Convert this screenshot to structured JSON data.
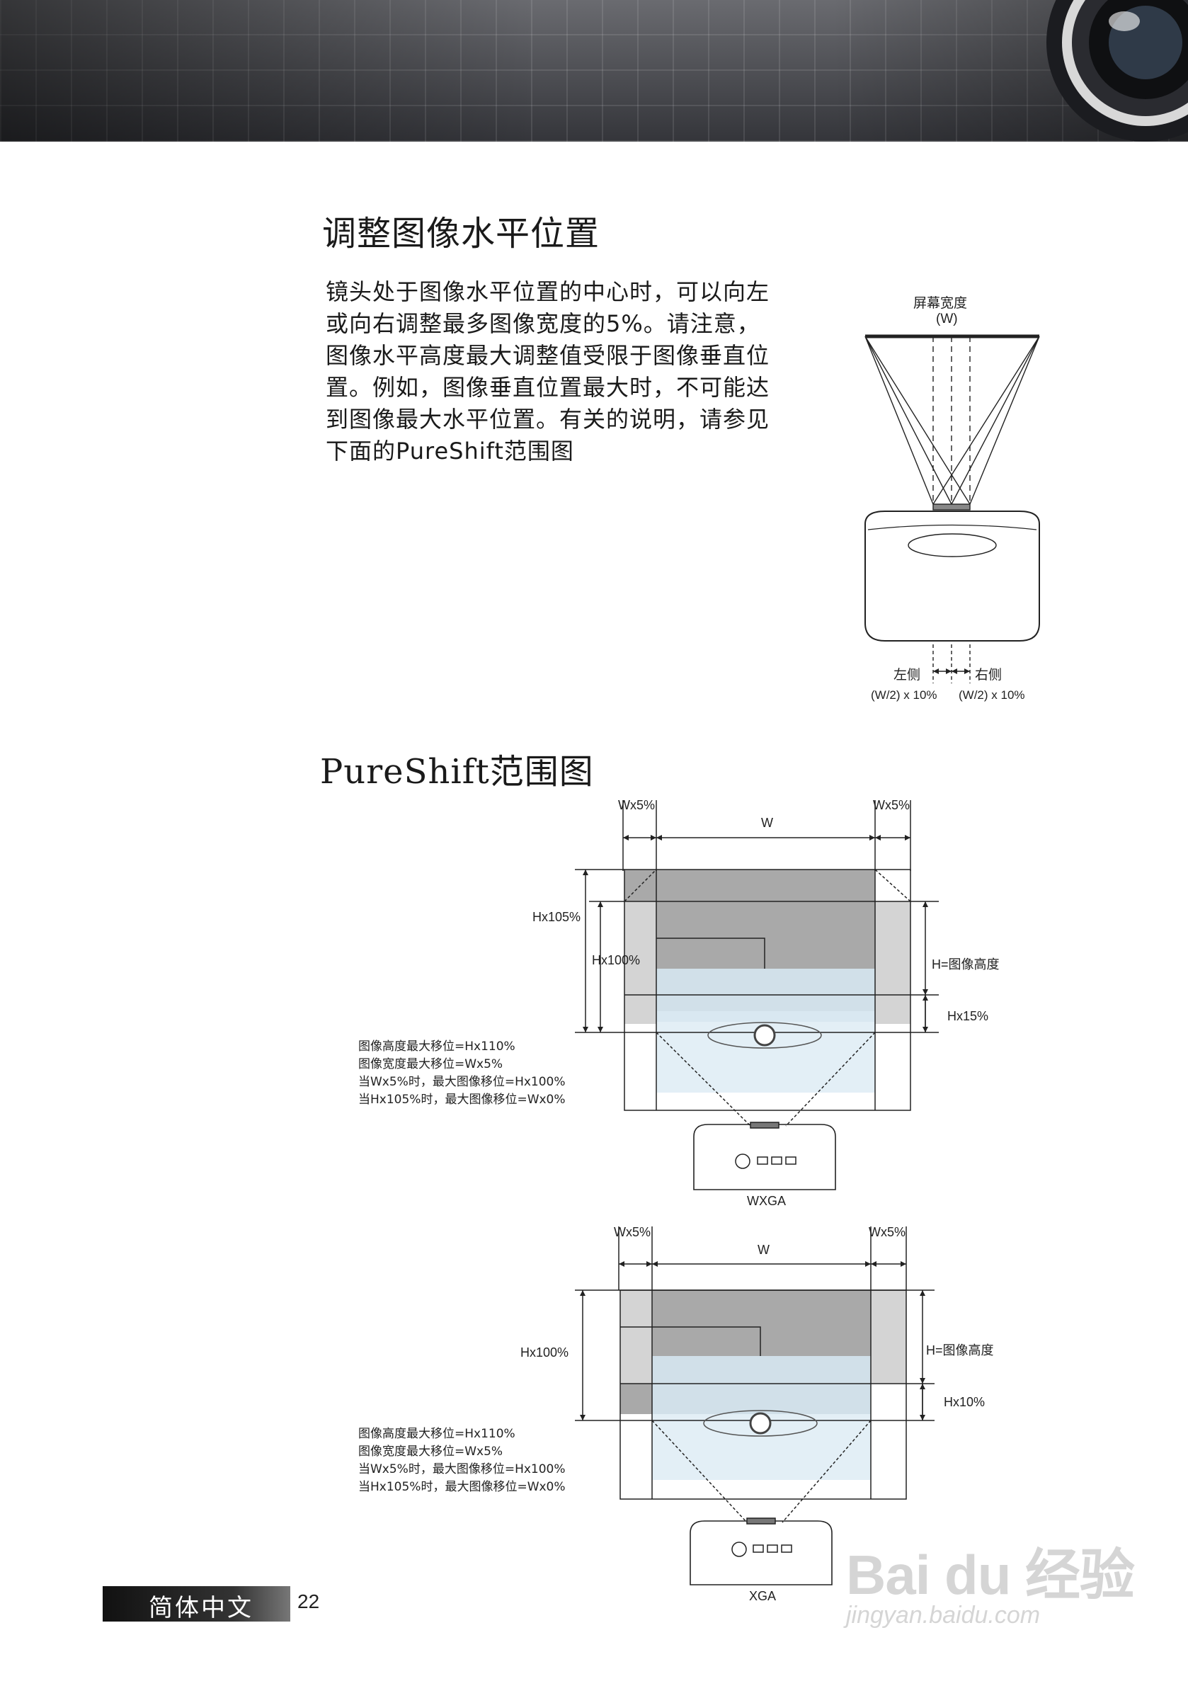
{
  "section1": {
    "title": "调整图像水平位置",
    "body": "镜头处于图像水平位置的中心时，可以向左\n或向右调整最多图像宽度的5%。请注意，\n图像水平高度最大调整值受限于图像垂直位\n置。例如，图像垂直位置最大时，不可能达\n到图像最大水平位置。有关的说明，请参见\n下面的PureShift范围图",
    "diagram": {
      "screen_width_label": "屏幕宽度",
      "screen_width_symbol": "(W)",
      "left_label": "左侧",
      "right_label": "右侧",
      "left_formula": "(W/2) x 10%",
      "right_formula": "(W/2) x 10%"
    }
  },
  "section2": {
    "title": "PureShift范围图",
    "wxga": {
      "w_left": "Wx5%",
      "w_center": "W",
      "w_right": "Wx5%",
      "h_outer": "Hx105%",
      "h_inner": "Hx100%",
      "h_right": "H=图像高度",
      "h_small": "Hx15%",
      "notes": "图像高度最大移位=Hx110%\n图像宽度最大移位=Wx5%\n当Wx5%时，最大图像移位=Hx100%\n当Hx105%时，最大图像移位=Wx0%",
      "model": "WXGA"
    },
    "xga": {
      "w_left": "Wx5%",
      "w_center": "W",
      "w_right": "Wx5%",
      "h_outer": "Hx100%",
      "h_right": "H=图像高度",
      "h_small": "Hx10%",
      "notes": "图像高度最大移位=Hx110%\n图像宽度最大移位=Wx5%\n当Wx5%时，最大图像移位=Hx100%\n当Hx105%时，最大图像移位=Wx0%",
      "model": "XGA"
    }
  },
  "footer": {
    "language": "简体中文",
    "page_number": "22"
  },
  "watermark": {
    "logo": "Bai du 经验",
    "url": "jingyan.baidu.com"
  }
}
